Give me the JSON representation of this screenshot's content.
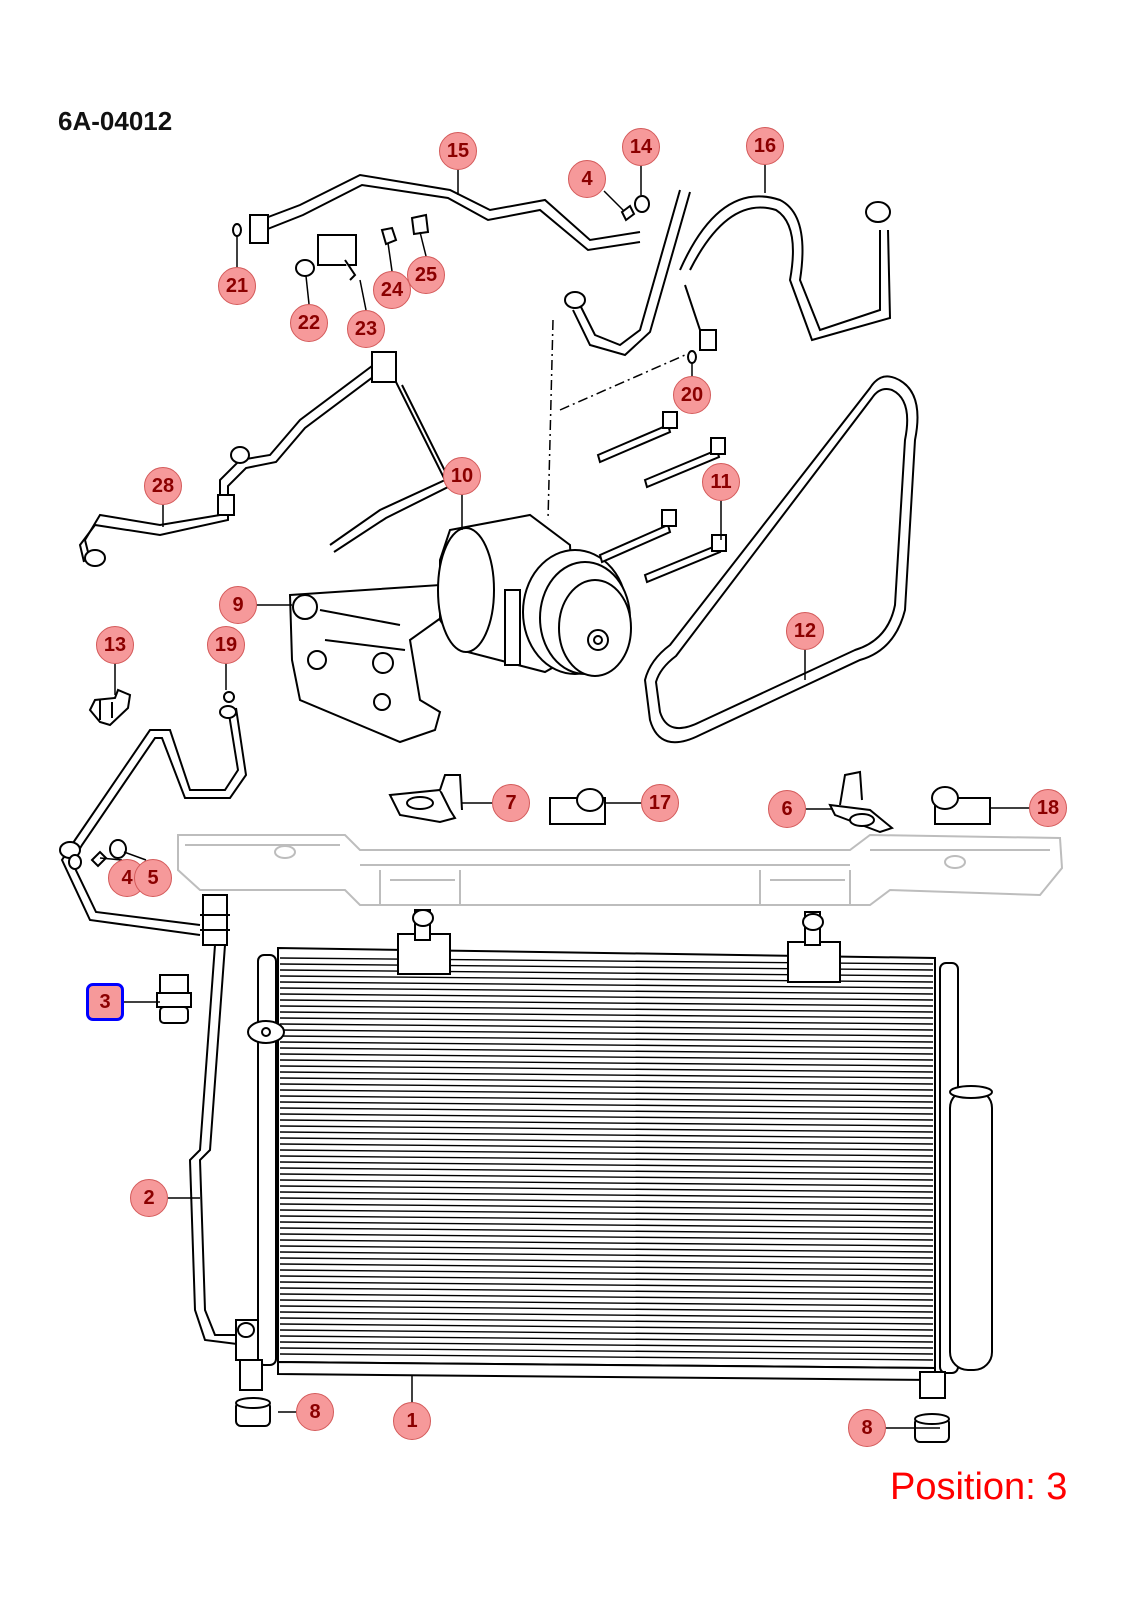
{
  "diagram_code": "6A-04012",
  "position_label": "Position: 3",
  "selected_callout": "3",
  "colors": {
    "callout_fill": "#f6999a",
    "callout_text": "#8b0000",
    "selection_border": "#0000ff",
    "position_text": "#ff0000",
    "line_art": "#000000",
    "faded_crossmember": "#bbbbbb"
  },
  "callouts": {
    "c1": "1",
    "c2": "2",
    "c3": "3",
    "c4a": "4",
    "c4b": "4",
    "c5": "5",
    "c6": "6",
    "c7": "7",
    "c8a": "8",
    "c8b": "8",
    "c9": "9",
    "c10": "10",
    "c11": "11",
    "c12": "12",
    "c13": "13",
    "c14": "14",
    "c15": "15",
    "c16": "16",
    "c17": "17",
    "c18": "18",
    "c19": "19",
    "c20": "20",
    "c21": "21",
    "c22": "22",
    "c23": "23",
    "c24": "24",
    "c25": "25",
    "c28": "28"
  }
}
